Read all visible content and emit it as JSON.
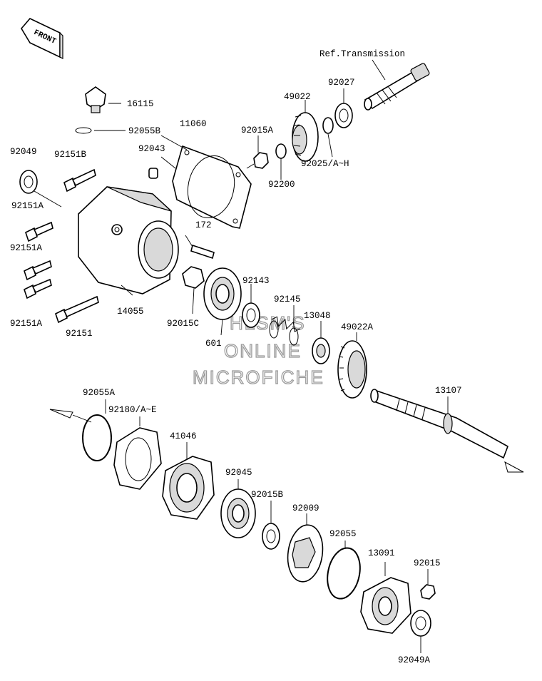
{
  "diagram": {
    "front_label": "FRONT",
    "reference_label": "Ref.Transmission",
    "watermark": [
      "HLSM'S",
      "ONLINE",
      "MICROFICHE"
    ],
    "part_labels": {
      "p16115": "16115",
      "p92055B": "92055B",
      "p92049": "92049",
      "p92151B": "92151B",
      "p92043": "92043",
      "p11060": "11060",
      "p92015A": "92015A",
      "p49022": "49022",
      "p92027": "92027",
      "p92025": "92025/A~H",
      "p92200": "92200",
      "p92151A_1": "92151A",
      "p92151A_2": "92151A",
      "p92151A_3": "92151A",
      "p172": "172",
      "p92151": "92151",
      "p14055": "14055",
      "p92015C": "92015C",
      "p601": "601",
      "p92143": "92143",
      "p92145": "92145",
      "p13048": "13048",
      "p49022A": "49022A",
      "p13107": "13107",
      "p92055A": "92055A",
      "p92180": "92180/A~E",
      "p41046": "41046",
      "p92045": "92045",
      "p92015B": "92015B",
      "p92009": "92009",
      "p92055": "92055",
      "p13091": "13091",
      "p92015": "92015",
      "p92049A": "92049A"
    }
  }
}
